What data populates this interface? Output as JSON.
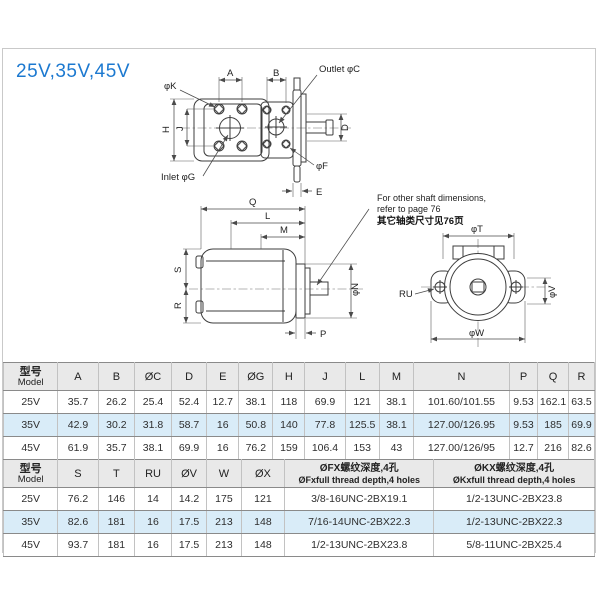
{
  "page": {
    "title": "25V,35V,45V"
  },
  "colors": {
    "accent_blue": "#1c79d0",
    "row_highlight": "#d9ecf8",
    "header_bg": "#e9e9e9",
    "panel_border": "#c9c9c9"
  },
  "drawing": {
    "labels": {
      "a": "A",
      "b": "B",
      "h": "H",
      "j": "J",
      "d": "D",
      "e": "E",
      "phi_k": "φK",
      "outlet_c": "Outlet φC",
      "inlet_g": "Inlet φG",
      "phi_f": "φF",
      "q": "Q",
      "l": "L",
      "m": "M",
      "s": "S",
      "r": "R",
      "phi_n": "φN",
      "p": "P",
      "phi_t": "φT",
      "phi_w": "φW",
      "phi_v": "φV",
      "ru": "RU"
    },
    "note": {
      "line1": "For other shaft dimensions,",
      "line2": "refer to page 76",
      "line3": "其它轴类尺寸见76页"
    }
  },
  "table1": {
    "header": {
      "model_zh": "型号",
      "model_en": "Model",
      "cols": [
        "A",
        "B",
        "ØC",
        "D",
        "E",
        "ØG",
        "H",
        "J",
        "L",
        "M",
        "N",
        "P",
        "Q",
        "R"
      ]
    },
    "rows": [
      {
        "model": "25V",
        "highlight": false,
        "cells": [
          "35.7",
          "26.2",
          "25.4",
          "52.4",
          "12.7",
          "38.1",
          "118",
          "69.9",
          "121",
          "38.1",
          "101.60/101.55",
          "9.53",
          "162.1",
          "63.5"
        ]
      },
      {
        "model": "35V",
        "highlight": true,
        "cells": [
          "42.9",
          "30.2",
          "31.8",
          "58.7",
          "16",
          "50.8",
          "140",
          "77.8",
          "125.5",
          "38.1",
          "127.00/126.95",
          "9.53",
          "185",
          "69.9"
        ]
      },
      {
        "model": "45V",
        "highlight": false,
        "cells": [
          "61.9",
          "35.7",
          "38.1",
          "69.9",
          "16",
          "76.2",
          "159",
          "106.4",
          "153",
          "43",
          "127.00/126/95",
          "12.7",
          "216",
          "82.6"
        ]
      }
    ]
  },
  "table2": {
    "header": {
      "model_zh": "型号",
      "model_en": "Model",
      "cols": [
        "S",
        "T",
        "RU",
        "ØV",
        "W",
        "ØX"
      ],
      "fx_zh": "ØFX螺纹深度,4孔",
      "fx_en": "ØFxfull thread depth,4 holes",
      "kx_zh": "ØKX螺纹深度,4孔",
      "kx_en": "ØKxfull thread depth,4 holes"
    },
    "rows": [
      {
        "model": "25V",
        "highlight": false,
        "cells": [
          "76.2",
          "146",
          "14",
          "14.2",
          "175",
          "121",
          "3/8-16UNC-2BX19.1",
          "1/2-13UNC-2BX23.8"
        ]
      },
      {
        "model": "35V",
        "highlight": true,
        "cells": [
          "82.6",
          "181",
          "16",
          "17.5",
          "213",
          "148",
          "7/16-14UNC-2BX22.3",
          "1/2-13UNC-2BX22.3"
        ]
      },
      {
        "model": "45V",
        "highlight": false,
        "cells": [
          "93.7",
          "181",
          "16",
          "17.5",
          "213",
          "148",
          "1/2-13UNC-2BX23.8",
          "5/8-11UNC-2BX25.4"
        ]
      }
    ]
  }
}
